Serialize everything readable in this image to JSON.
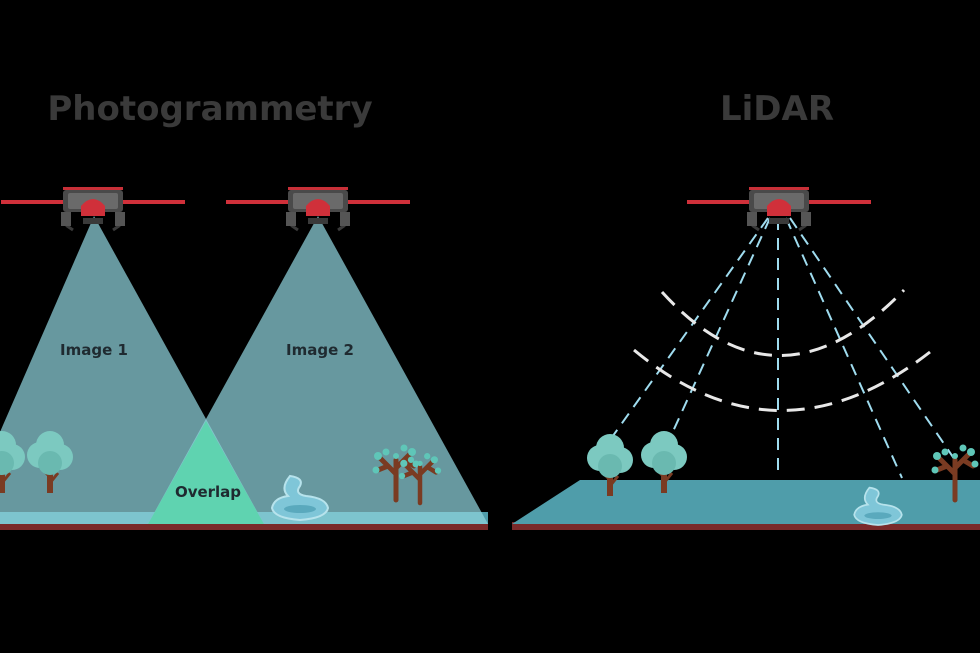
{
  "titles": {
    "left": "Photogrammetry",
    "right": "LiDAR"
  },
  "labels": {
    "image1": "Image 1",
    "image2": "Image 2",
    "overlap": "Overlap"
  },
  "colors": {
    "background": "#000000",
    "ground": "#4f9daa",
    "ground_edge": "#7a2a2a",
    "cone": "#8fd3dd",
    "overlap": "#5fd3b0",
    "drone_arm": "#d0303a",
    "drone_body": "#5a5a5a",
    "beam": "#9fdcef",
    "wave": "#e8e8e8",
    "tree_leaf": "#7cc9c0",
    "tree_trunk": "#7a3b22",
    "water": "#7fc6d8"
  },
  "icons": [
    "drone-icon",
    "tree-icon",
    "bare-tree-icon",
    "pond-icon"
  ]
}
